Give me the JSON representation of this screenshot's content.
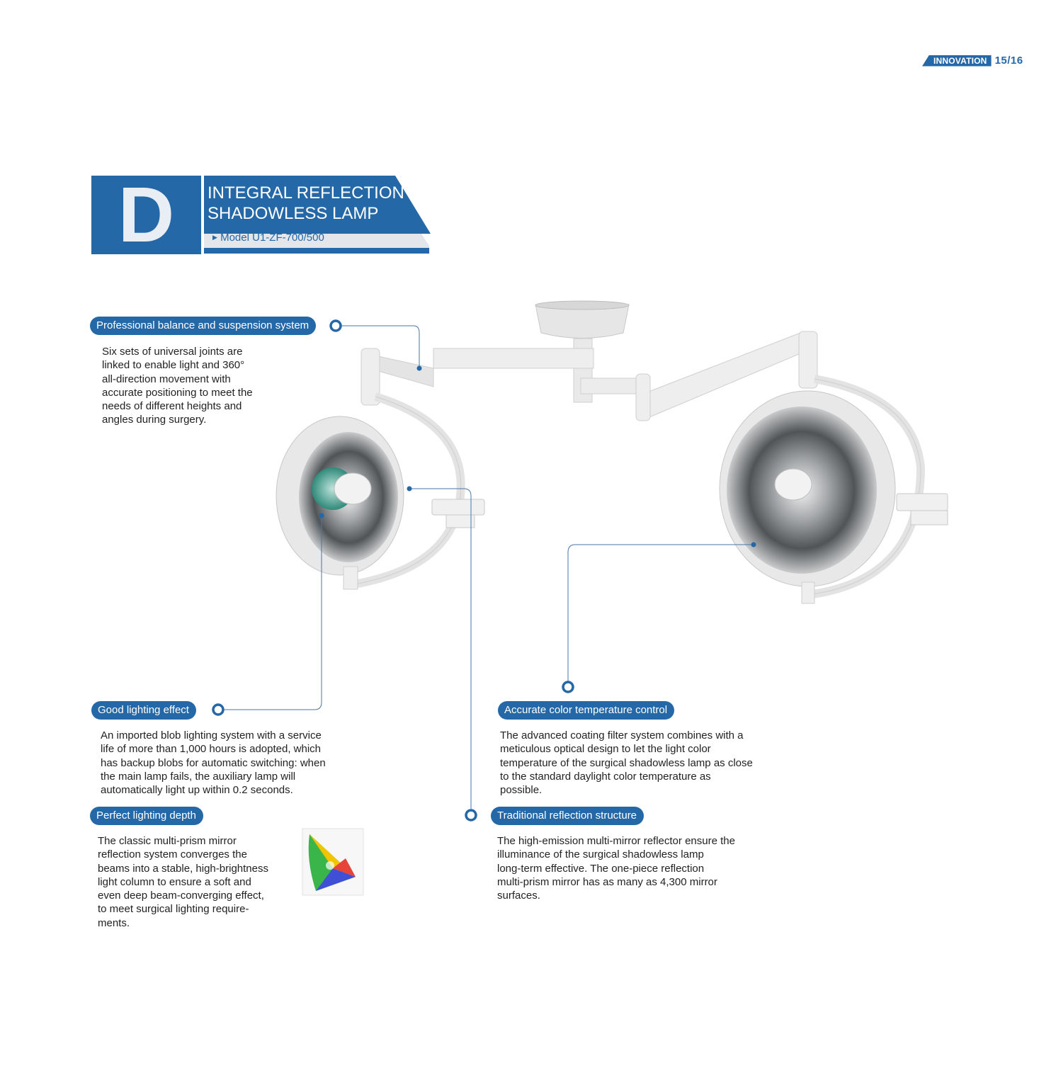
{
  "header": {
    "section_tag": "INNOVATION",
    "page_number": "15/16"
  },
  "title": {
    "letter": "D",
    "line1": "INTEGRAL REFLECTION",
    "line2": "SHADOWLESS LAMP",
    "model": "Model U1-ZF-700/500"
  },
  "features": [
    {
      "label": "Professional balance and suspension system",
      "text": [
        "Six sets of universal joints are",
        "linked to enable light and 360°",
        "all-direction movement with",
        "accurate positioning to meet the",
        "needs of different heights and",
        "angles during surgery."
      ]
    },
    {
      "label": "Good lighting effect",
      "text": [
        "An imported blob lighting system with a service",
        "life of more than 1,000 hours is adopted, which",
        "has backup blobs for automatic switching: when",
        "the main lamp fails, the auxiliary lamp will",
        "automatically light up within 0.2 seconds."
      ]
    },
    {
      "label": "Perfect lighting depth",
      "text": [
        "The classic multi-prism mirror",
        "reflection system converges the",
        "beams into a stable, high-brightness",
        "light column to ensure a soft and",
        "even deep beam-converging effect,",
        "to meet surgical lighting require-",
        "ments."
      ]
    },
    {
      "label": "Accurate color temperature control",
      "text": [
        "The advanced coating filter system combines with a",
        "meticulous optical design to let the light color",
        "temperature of the surgical shadowless lamp as close",
        "to the standard daylight color temperature as",
        "possible."
      ]
    },
    {
      "label": "Traditional reflection structure",
      "text": [
        "The high-emission multi-mirror reflector ensure the",
        "illuminance of the surgical shadowless lamp",
        "long-term effective. The one-piece reflection",
        "multi-prism mirror has as many as 4,300 mirror",
        "surfaces."
      ]
    }
  ],
  "colors": {
    "brand_blue": "#2568a7",
    "light_grey": "#e3e7ec"
  }
}
